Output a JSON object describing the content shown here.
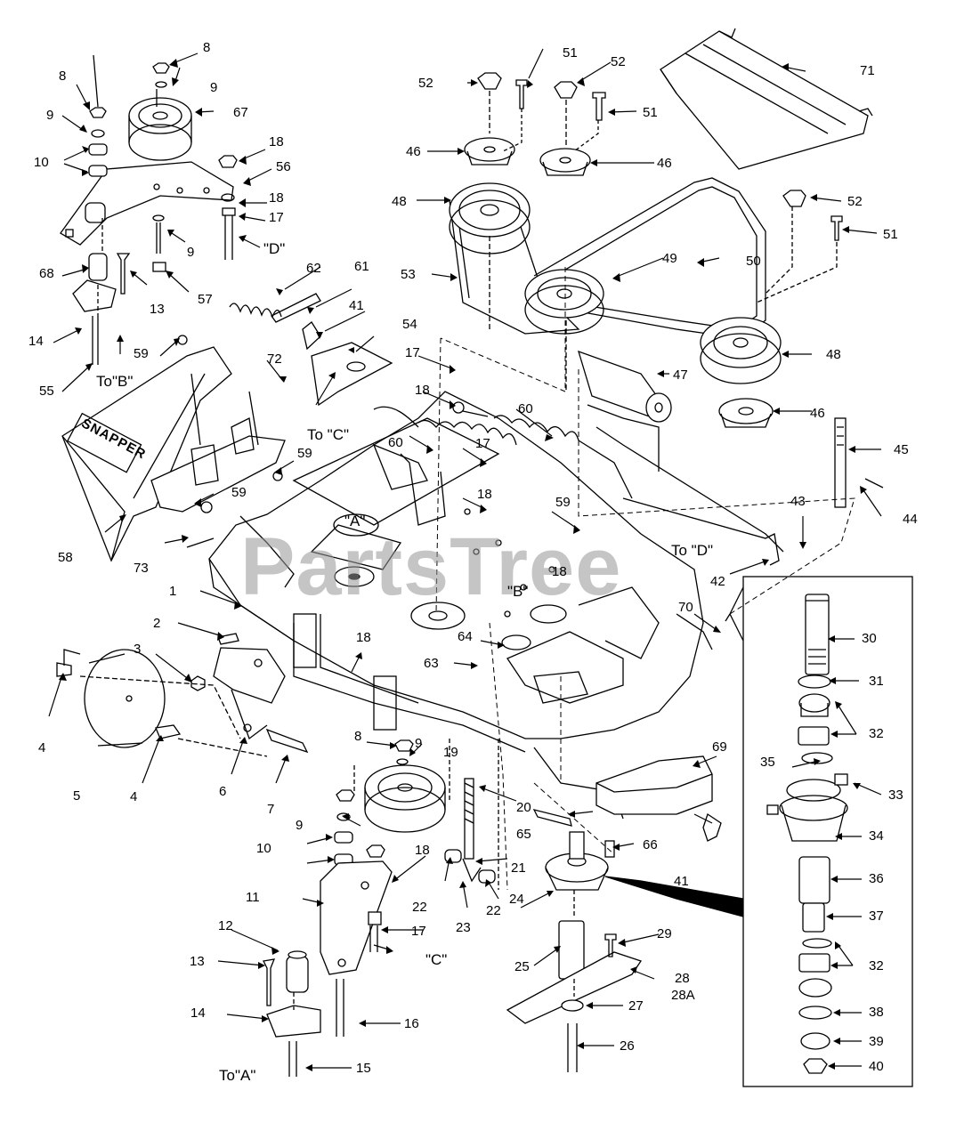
{
  "watermark": "PartsTree",
  "callouts": {
    "c1": "1",
    "c2": "2",
    "c3": "3",
    "c4a": "4",
    "c4b": "4",
    "c5": "5",
    "c6": "6",
    "c7": "7",
    "c8a": "8",
    "c8b": "8",
    "c8c": "8",
    "c9a": "9",
    "c9b": "9",
    "c9c": "9",
    "c9d": "9",
    "c9e": "9",
    "c10a": "10",
    "c10b": "10",
    "c11": "11",
    "c12": "12",
    "c13a": "13",
    "c13b": "13",
    "c14a": "14",
    "c14b": "14",
    "c15": "15",
    "c16": "16",
    "c17a": "17",
    "c17b": "17",
    "c17c": "17",
    "c17d": "17",
    "c18a": "18",
    "c18b": "18",
    "c18c": "18",
    "c18d": "18",
    "c18e": "18",
    "c18f": "18",
    "c18g": "18",
    "c19": "19",
    "c20": "20",
    "c21": "21",
    "c22a": "22",
    "c22b": "22",
    "c23": "23",
    "c24": "24",
    "c25": "25",
    "c26": "26",
    "c27": "27",
    "c28": "28",
    "c28A": "28A",
    "c29": "29",
    "c30": "30",
    "c31": "31",
    "c32a": "32",
    "c32b": "32",
    "c33": "33",
    "c34": "34",
    "c35": "35",
    "c36": "36",
    "c37": "37",
    "c38": "38",
    "c39": "39",
    "c40": "40",
    "c41a": "41",
    "c41b": "41",
    "c42": "42",
    "c43": "43",
    "c44": "44",
    "c45": "45",
    "c46a": "46",
    "c46b": "46",
    "c46c": "46",
    "c47": "47",
    "c48a": "48",
    "c48b": "48",
    "c49": "49",
    "c50": "50",
    "c51a": "51",
    "c51b": "51",
    "c51c": "51",
    "c52a": "52",
    "c52b": "52",
    "c52c": "52",
    "c53": "53",
    "c54": "54",
    "c55": "55",
    "c56": "56",
    "c57": "57",
    "c58": "58",
    "c59a": "59",
    "c59b": "59",
    "c59c": "59",
    "c59d": "59",
    "c60a": "60",
    "c60b": "60",
    "c61": "61",
    "c62": "62",
    "c63": "63",
    "c64": "64",
    "c65": "65",
    "c66": "66",
    "c67": "67",
    "c68": "68",
    "c69": "69",
    "c70": "70",
    "c71": "71",
    "c72": "72",
    "c73": "73"
  },
  "refs": {
    "toB": "To\"B\"",
    "toA": "To\"A\"",
    "toC": "To \"C\"",
    "toD": "To \"D\"",
    "D": "\"D\"",
    "C": "\"C\"",
    "A": "\"A\"",
    "B": "\"B\""
  },
  "deck_logo": "SNAPPER"
}
